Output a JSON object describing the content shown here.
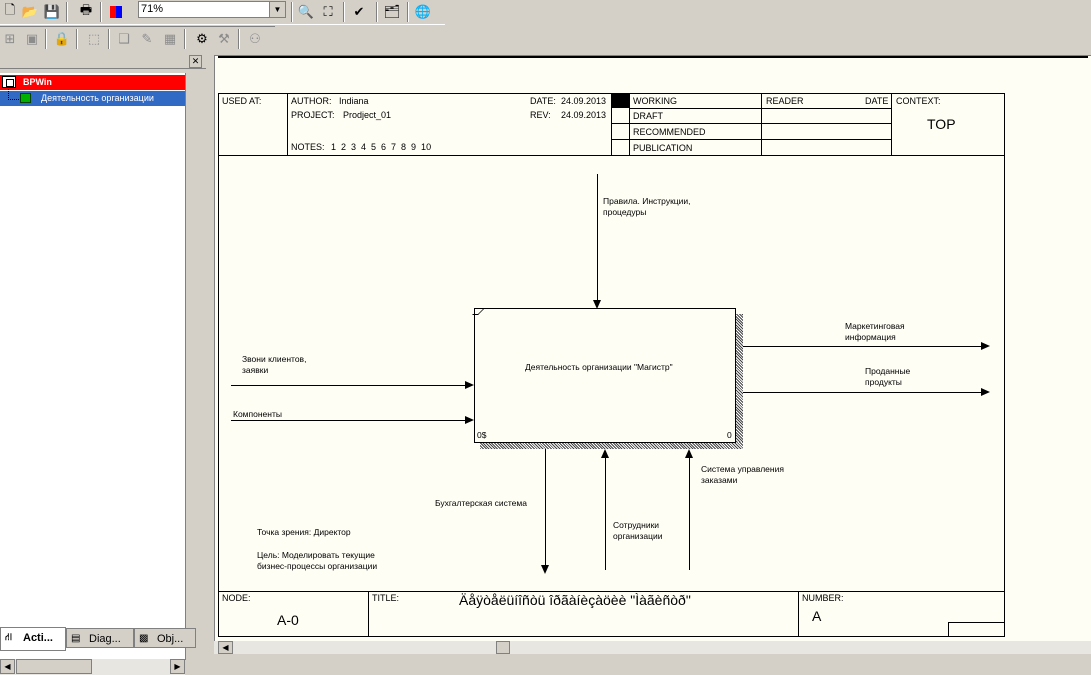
{
  "toolbar": {
    "zoom_value": "71%"
  },
  "tree": {
    "root_label": "BPWin",
    "child_label": "Деятельность организации"
  },
  "tabs": [
    {
      "label": "Acti..."
    },
    {
      "label": "Diag..."
    },
    {
      "label": "Obj..."
    }
  ],
  "header": {
    "used_at": "USED AT:",
    "author_label": "AUTHOR:",
    "author_value": "Indiana",
    "project_label": "PROJECT:",
    "project_value": "Prodject_01",
    "notes_label": "NOTES:",
    "notes_value": "1  2  3  4  5  6  7  8  9  10",
    "date_label": "DATE:",
    "date_value": "24.09.2013",
    "rev_label": "REV:",
    "rev_value": "24.09.2013",
    "status": [
      "WORKING",
      "DRAFT",
      "RECOMMENDED",
      "PUBLICATION"
    ],
    "reader_label": "READER",
    "reader_date_label": "DATE",
    "context_label": "CONTEXT:",
    "context_value": "TOP"
  },
  "diagram": {
    "activity_name": "Деятельность организации \"Магистр\"",
    "activity_cost": "0$",
    "activity_number": "0",
    "control_top": "Правила. Инструкции,\nпроцедуры",
    "input_1": "Звони клиентов,\nзаявки",
    "input_2": "Компоненты",
    "output_1": "Маркетинговая\nинформация",
    "output_2": "Проданные\nпродукты",
    "output_bottom": "Бухгалтерская система",
    "mechanism_1": "Сотрудники\nорганизации",
    "mechanism_2": "Система управления\nзаказами",
    "viewpoint": "Точка зрения: Директор",
    "purpose": "Цель: Моделировать текущие\nбизнес-процессы организации"
  },
  "footer": {
    "node_label": "NODE:",
    "node_value": "A-0",
    "title_label": "TITLE:",
    "title_value": "Äåÿòåëüíîñòü îðãàíèçàöèè \"Ìàãèñòð\"",
    "number_label": "NUMBER:",
    "number_value": "A"
  }
}
